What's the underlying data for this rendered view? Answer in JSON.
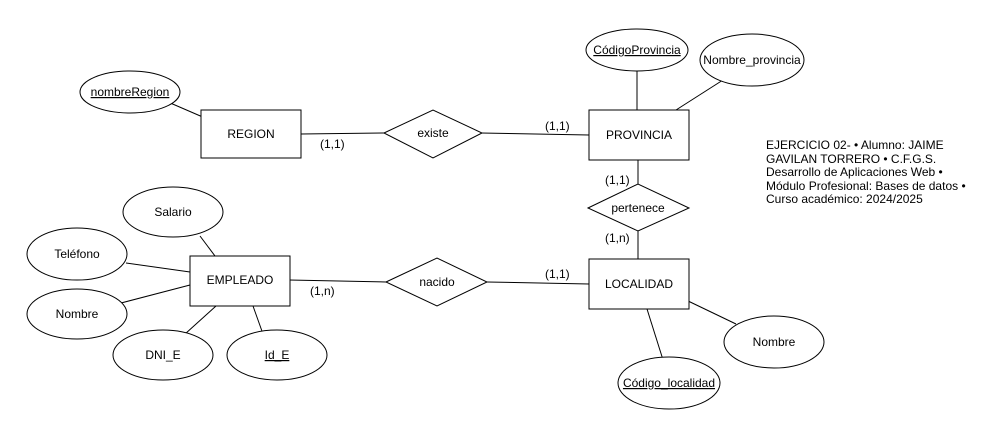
{
  "entities": {
    "region": "REGION",
    "provincia": "PROVINCIA",
    "localidad": "LOCALIDAD",
    "empleado": "EMPLEADO"
  },
  "relationships": {
    "existe": "existe",
    "pertenece": "pertenece",
    "nacido": "nacido"
  },
  "attributes": {
    "nombre_region": "nombreRegion",
    "codigo_provincia": "CódigoProvincia",
    "nombre_provincia": "Nombre_provincia",
    "salario": "Salario",
    "telefono": "Teléfono",
    "nombre_empleado": "Nombre",
    "dni_e": "DNI_E",
    "id_e": "Id_E",
    "codigo_localidad": "Código_localidad",
    "nombre_localidad": "Nombre"
  },
  "cardinalities": {
    "region_existe": "(1,1)",
    "existe_provincia": "(1,1)",
    "provincia_pertenece": "(1,1)",
    "pertenece_localidad": "(1,n)",
    "empleado_nacido": "(1,n)",
    "nacido_localidad": "(1,1)"
  },
  "note": "EJERCICIO 02-    • Alumno: JAIME GAVILAN TORRERO • C.F.G.S. Desarrollo de Aplicaciones Web • Módulo Profesional: Bases de datos • Curso académico: 2024/2025"
}
